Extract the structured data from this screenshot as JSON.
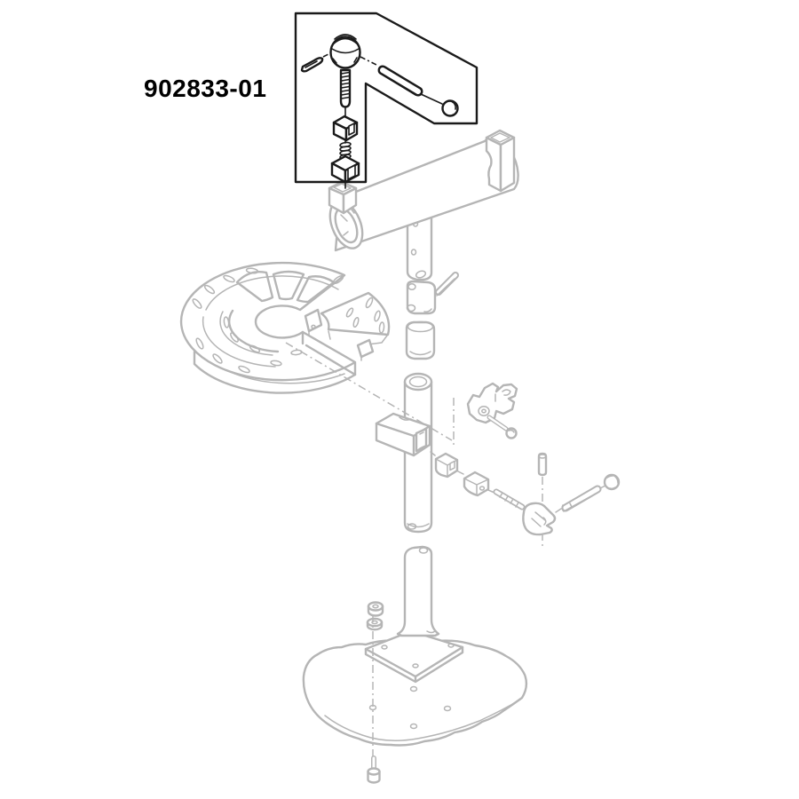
{
  "label": {
    "part_number": "902833-01"
  },
  "colors": {
    "background": "#ffffff",
    "text": "#000000",
    "callout_stroke": "#1a1a1a",
    "assembly_stroke": "#b5b5b5"
  },
  "diagram": {
    "type": "exploded-parts-drawing",
    "callout": "hardware-detail-kit"
  }
}
